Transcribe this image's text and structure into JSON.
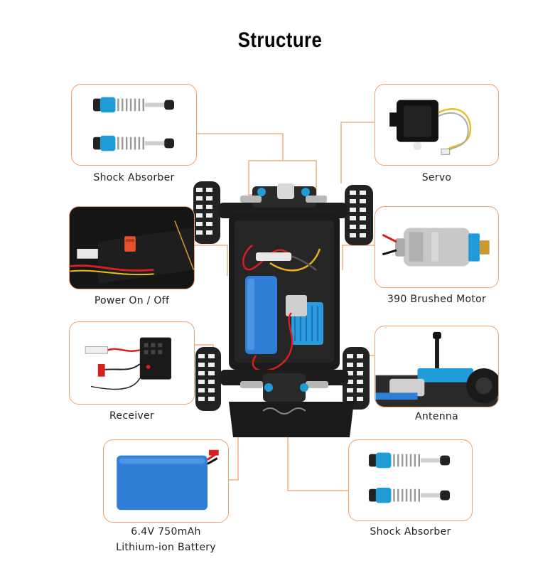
{
  "title": "Structure",
  "parts": {
    "shock_top": "Shock Absorber",
    "servo": "Servo",
    "power": "Power On / Off",
    "motor": "390 Brushed Motor",
    "receiver": "Receiver",
    "antenna": "Antenna",
    "battery_line1": "6.4V 750mAh",
    "battery_line2": "Lithium-ion Battery",
    "shock_bottom": "Shock Absorber"
  },
  "colors": {
    "accent": "#f0a06a",
    "battery_blue": "#2f7fd6",
    "anodized_blue": "#1f9bd8"
  }
}
